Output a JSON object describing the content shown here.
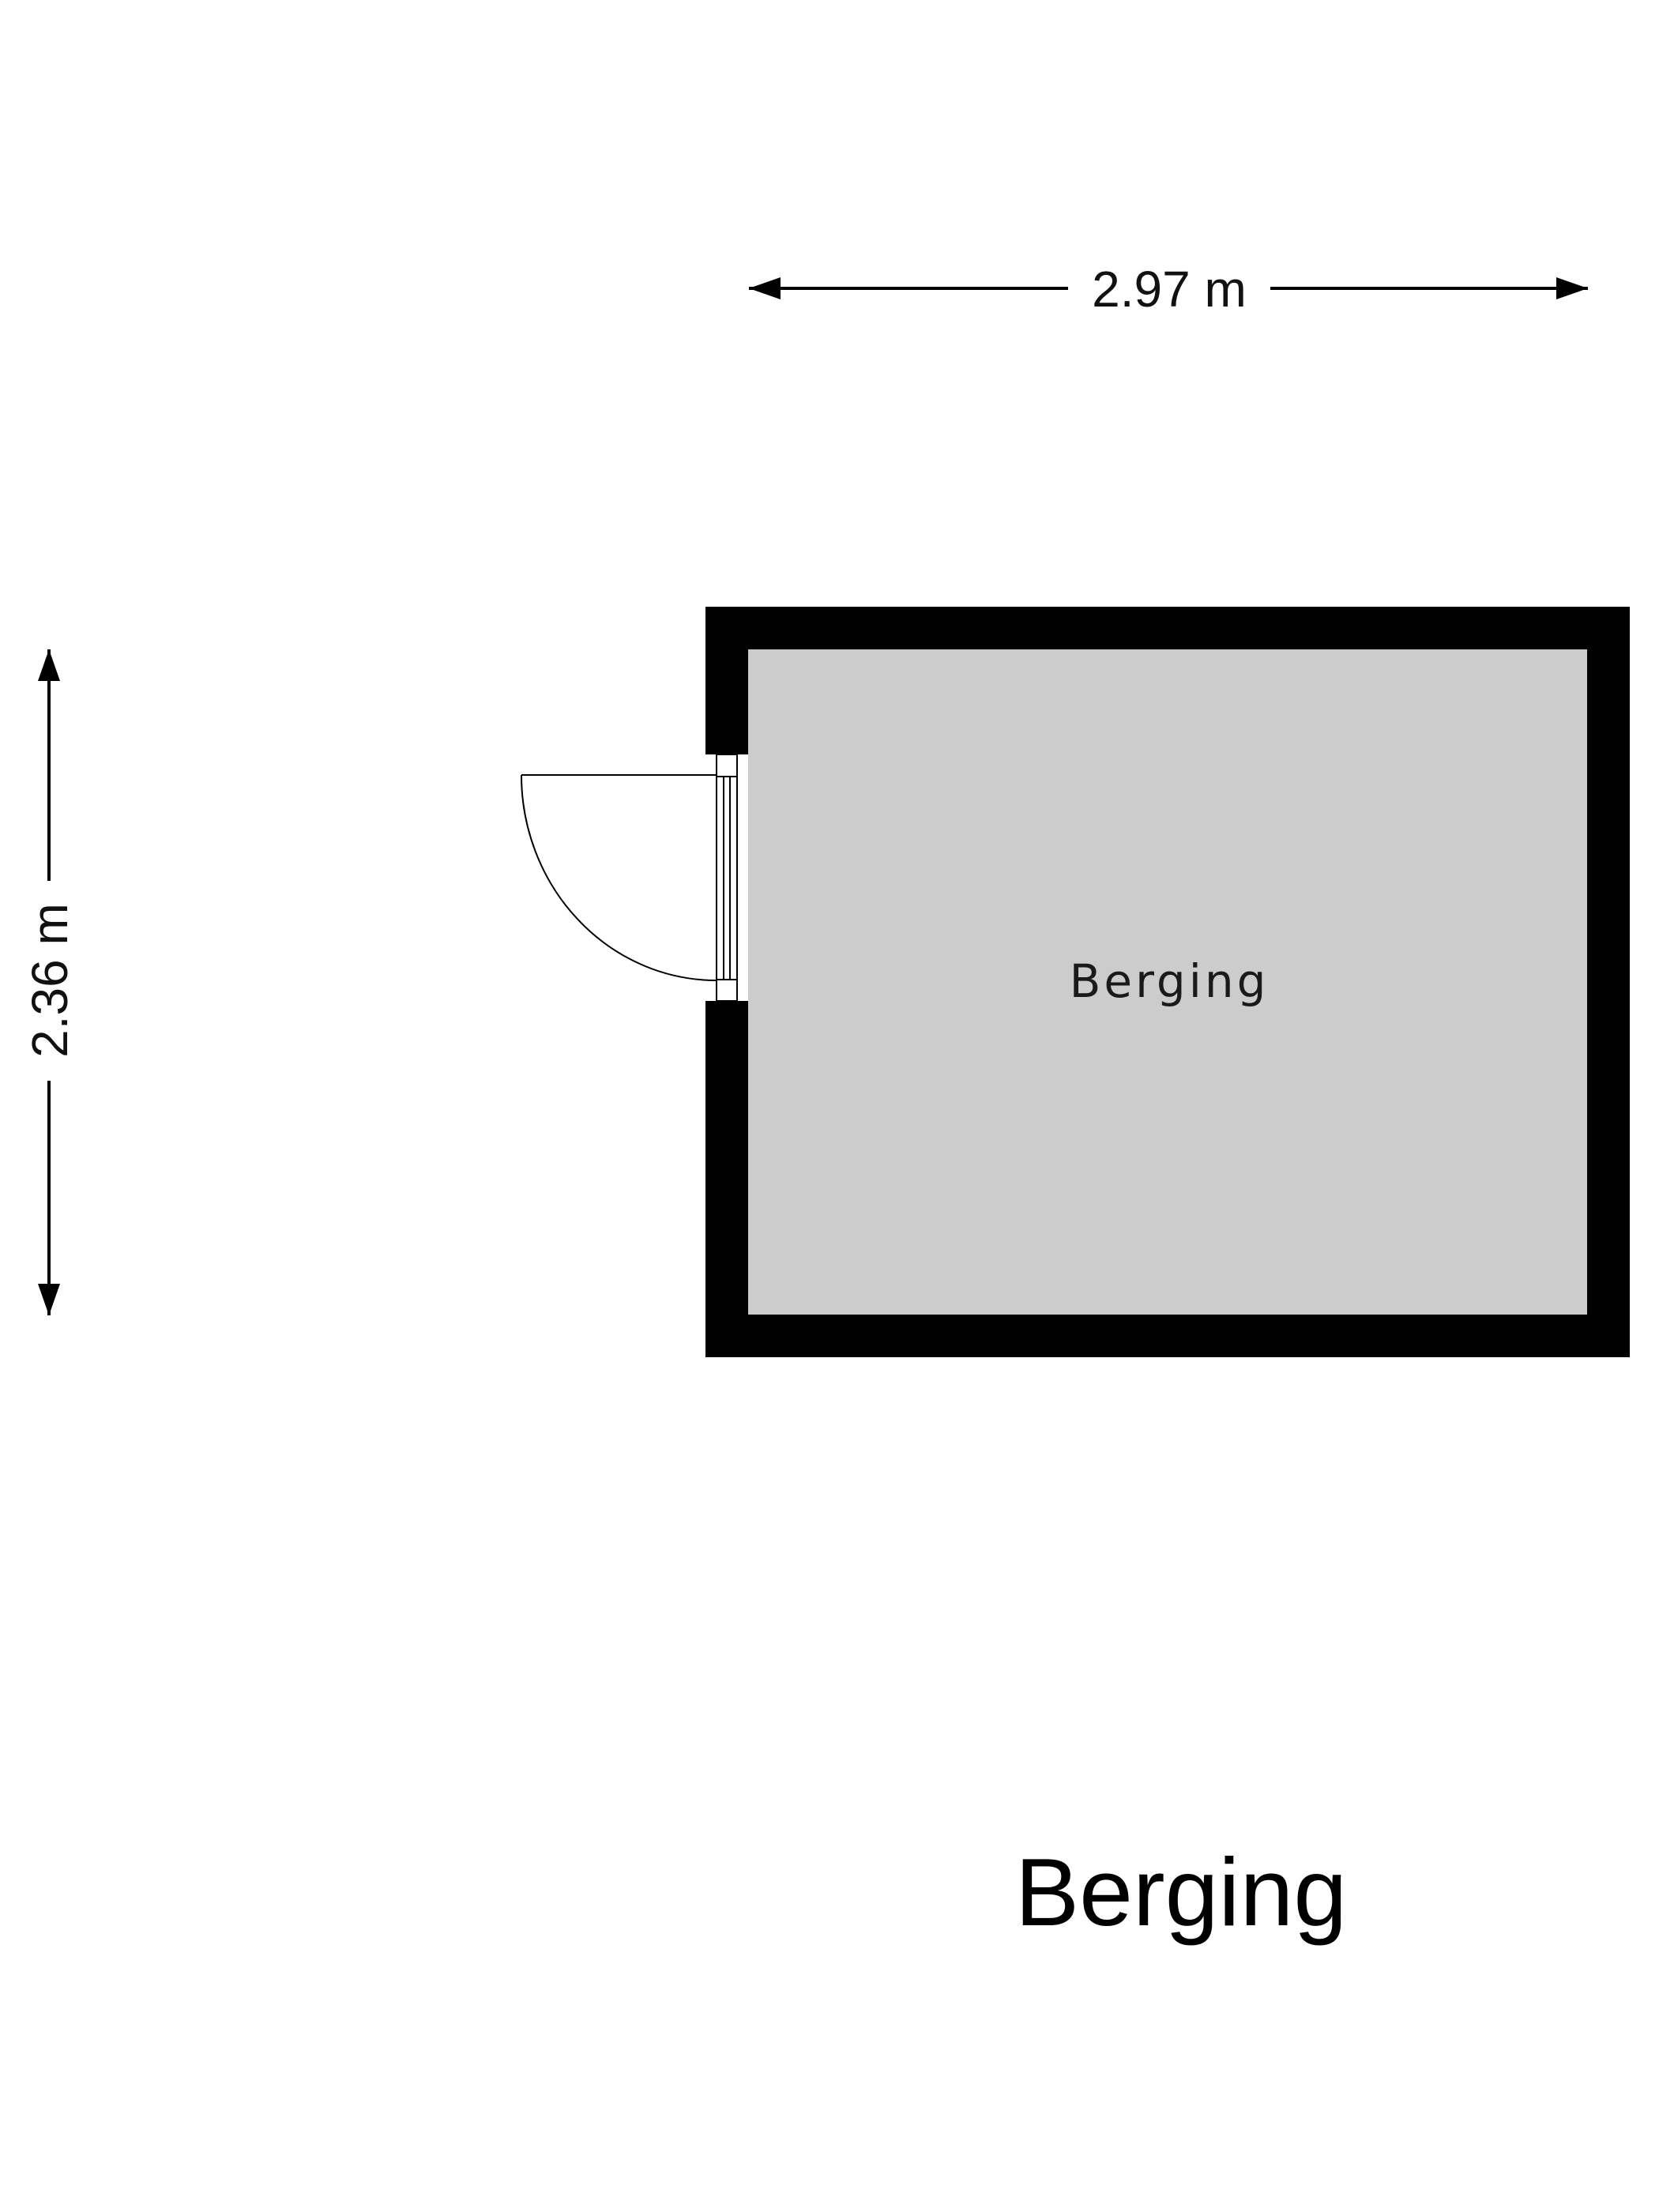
{
  "plan": {
    "title": "Berging",
    "room": {
      "label": "Berging",
      "floor_color": "#cccccc",
      "wall_color": "#000000"
    },
    "dimensions": {
      "width_label": "2.97 m",
      "depth_label": "2.36 m"
    }
  }
}
